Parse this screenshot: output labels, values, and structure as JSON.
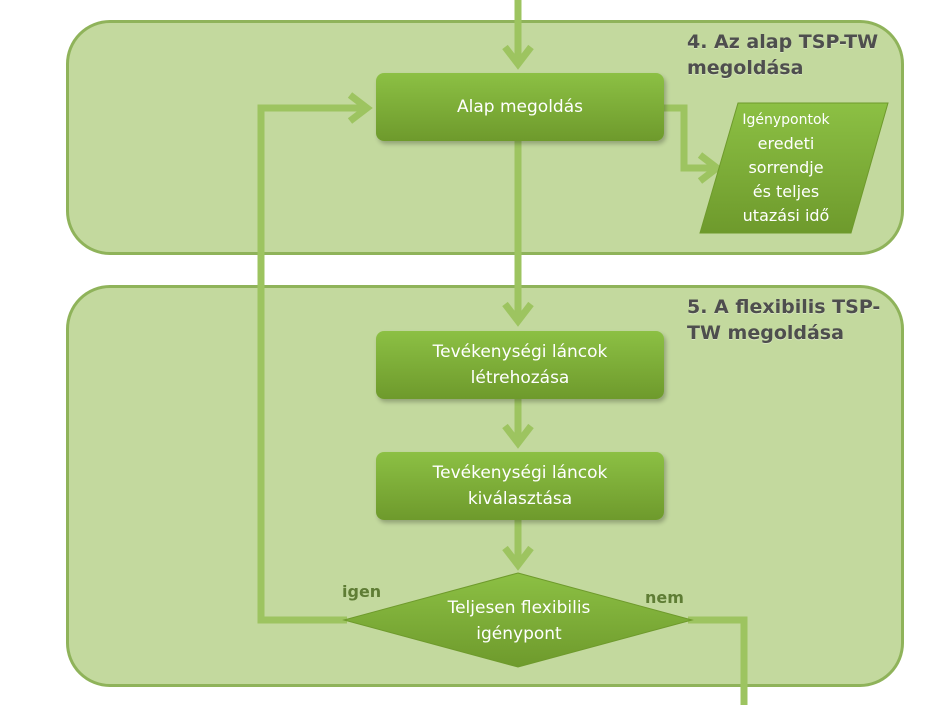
{
  "sections": {
    "base": {
      "title": "4. Az alap TSP-TW megoldása"
    },
    "flexible": {
      "title": "5. A flexibilis TSP-TW megoldása"
    }
  },
  "nodes": {
    "base_solution": "Alap megoldás",
    "output": {
      "line1": "Igénypontok",
      "line2": "eredeti\nsorrendje\nés teljes\nutazási idő"
    },
    "create_chains": "Tevékenységi láncok létrehozása",
    "select_chains": "Tevékenységi láncok kiválasztása",
    "decision": "Teljesen flexibilis igénypont"
  },
  "branches": {
    "yes": "igen",
    "no": "nem"
  },
  "colors": {
    "section_fill": "#c3d99e",
    "section_border": "#8fb35a",
    "node_fill": "#7aab36",
    "connector": "#9dc460",
    "title_text": "#4e4e4e",
    "branch_label": "#5f7d35"
  }
}
